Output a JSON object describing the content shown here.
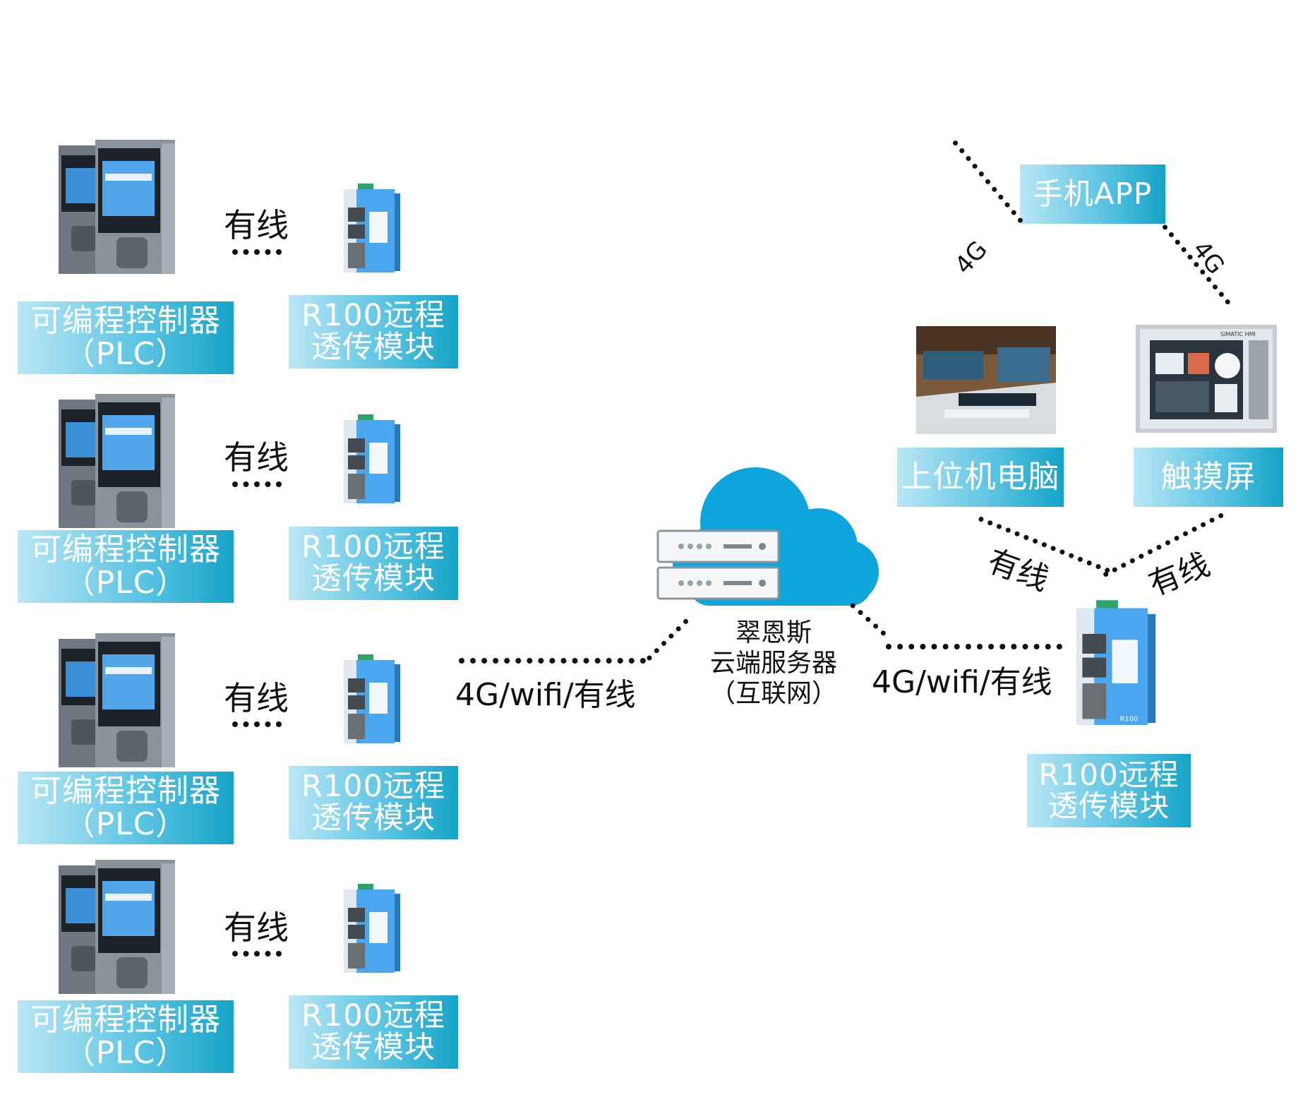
{
  "plc_label": {
    "line1": "可编程控制器",
    "line2": "（PLC）"
  },
  "r100_label": {
    "line1": "R100远程",
    "line2": "透传模块"
  },
  "wired_label": "有线",
  "link_left": "4G/wifi/有线",
  "link_right": "4G/wifi/有线",
  "cloud_server": {
    "line1": "翠恩斯",
    "line2": "云端服务器",
    "line3": "（互联网）"
  },
  "mobile_app": "手机APP",
  "link_4g": "4G",
  "host_pc": "上位机电脑",
  "touch_screen": "触摸屏",
  "module_print": "R100",
  "hmi_brand": "SIMATIC HMI",
  "colors": {
    "label_from": "#b9e7f5",
    "label_to": "#14a3c7",
    "cloud": "#0ea5dc",
    "module": "#3e9be0"
  }
}
